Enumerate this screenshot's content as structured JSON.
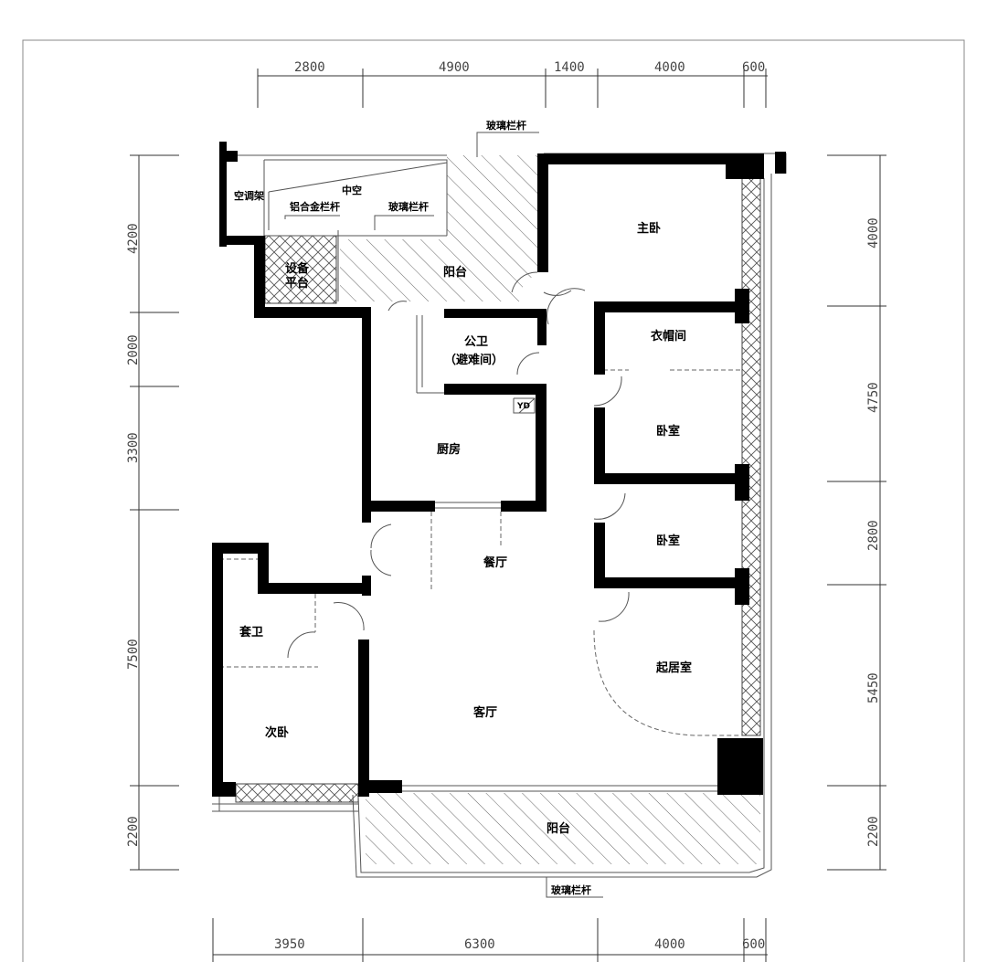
{
  "rooms": {
    "air_con_rack": "空调架",
    "void": "中空",
    "aluminum_railing": "铝合金栏杆",
    "glass_railing_inner": "玻璃栏杆",
    "equipment_1": "设备",
    "equipment_2": "平台",
    "balcony_top": "阳台",
    "master_bedroom": "主卧",
    "public_bath_1": "公卫",
    "public_bath_2": "（避难间）",
    "yd": "YD",
    "kitchen": "厨房",
    "cloakroom": "衣帽间",
    "bedroom_1": "卧室",
    "bedroom_2": "卧室",
    "dining": "餐厅",
    "ensuite_bath": "套卫",
    "second_bedroom": "次卧",
    "living_room": "客厅",
    "sitting_room": "起居室",
    "balcony_bottom": "阳台"
  },
  "labels": {
    "glass_railing_top": "玻璃栏杆",
    "glass_railing_bottom": "玻璃栏杆"
  },
  "dimensions": {
    "top": [
      "2800",
      "4900",
      "1400",
      "4000",
      "600"
    ],
    "bottom": [
      "3950",
      "6300",
      "4000",
      "600"
    ],
    "left": [
      "4200",
      "2000",
      "3300",
      "7500",
      "2200"
    ],
    "right": [
      "4000",
      "4750",
      "2800",
      "5450",
      "2200"
    ]
  }
}
